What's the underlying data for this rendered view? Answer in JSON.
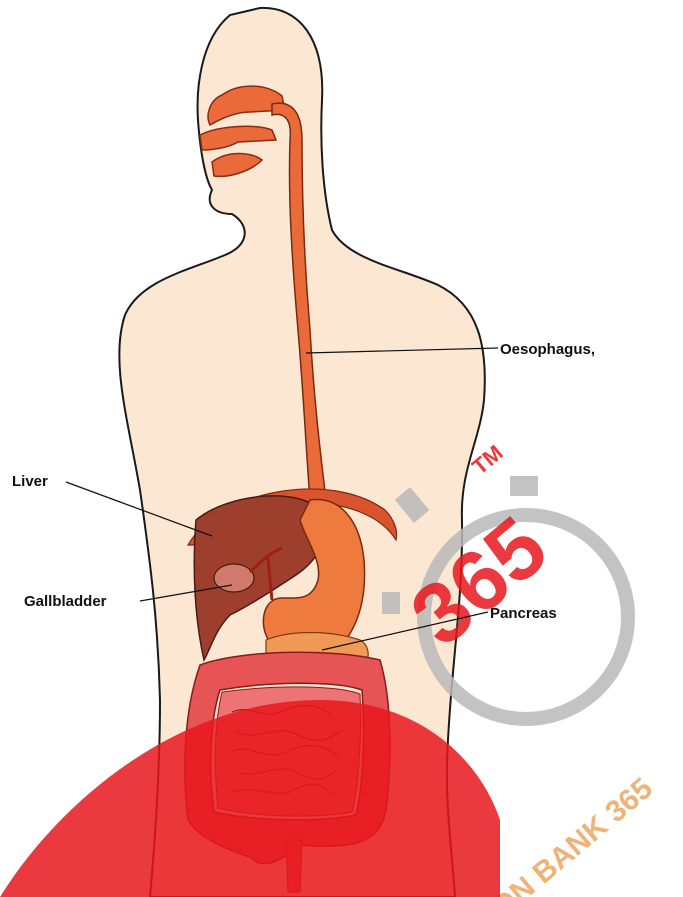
{
  "labels": {
    "oesophagus": "Oesophagus,",
    "liver": "Liver",
    "gallbladder": "Gallbladder",
    "pancreas": "Pancreas"
  },
  "watermark": {
    "logo_number": "365",
    "tm": "TM",
    "arc_text": "ON BANK 365",
    "colors": {
      "red": "#e8171d",
      "grey": "#b9b9b9",
      "orange": "#e89a4b"
    }
  },
  "colors": {
    "skin": "#fce7d3",
    "outline": "#1a1a1a",
    "organ_orange": "#ea6a3a",
    "liver": "#9e3f2e",
    "intestine": "#e65456"
  }
}
